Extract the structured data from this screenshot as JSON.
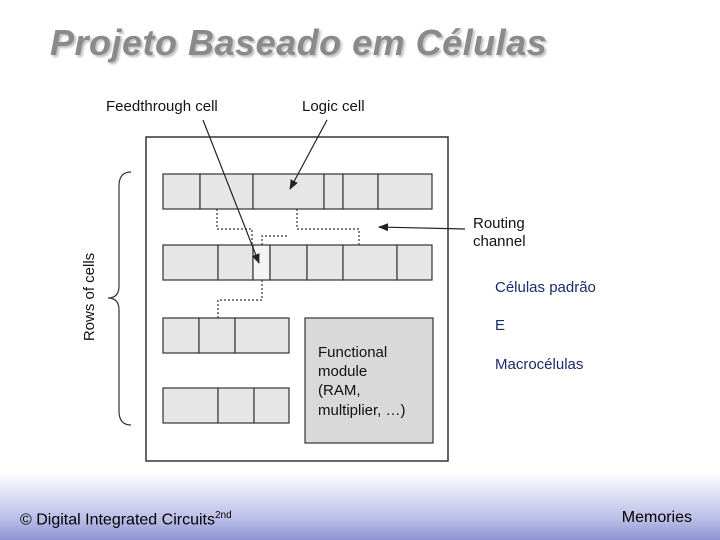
{
  "slide": {
    "title": "Projeto Baseado em Células"
  },
  "diagram": {
    "labels": {
      "feedthrough": "Feedthrough cell",
      "logic": "Logic cell",
      "routing_line1": "Routing",
      "routing_line2": "channel",
      "rows": "Rows of cells",
      "functional_lines": [
        "Functional",
        "module",
        "(RAM,",
        "multiplier, …)"
      ]
    }
  },
  "side_notes": [
    "Células padrão",
    "E",
    "Macrocélulas"
  ],
  "footer": {
    "left_prefix": "© Digital Integrated Circuits",
    "left_superscript": "2nd",
    "right": "Memories"
  },
  "colors": {
    "cell_fill": "#e6e6e6",
    "module_fill": "#d9d9d9",
    "outline": "#333333",
    "title": "#8a8a8a",
    "side_text": "#1a2a6c"
  }
}
